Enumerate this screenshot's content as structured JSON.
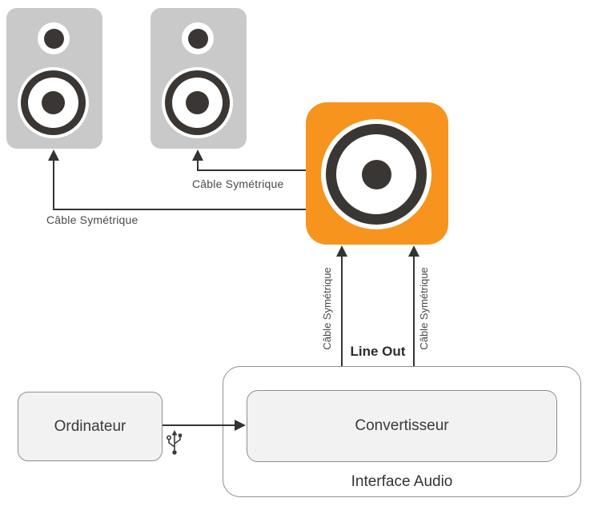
{
  "nodes": {
    "speaker_left": {
      "icon": "studio-monitor-icon"
    },
    "speaker_right": {
      "icon": "studio-monitor-icon"
    },
    "monitor_orange": {
      "icon": "studio-monitor-icon",
      "accent": "#F7941E"
    },
    "ordinateur": {
      "label": "Ordinateur"
    },
    "convertisseur": {
      "label": "Convertisseur"
    },
    "interface_audio": {
      "label": "Interface Audio"
    }
  },
  "connections": {
    "cable_speaker_left": {
      "label": "Câble Symétrique"
    },
    "cable_speaker_right": {
      "label": "Câble Symétrique"
    },
    "cable_lineout_left": {
      "label": "Câble Symétrique"
    },
    "cable_lineout_right": {
      "label": "Câble Symétrique"
    },
    "line_out": {
      "label": "Line Out"
    },
    "usb_link": {
      "icon": "usb-icon"
    }
  },
  "colors": {
    "accent_orange": "#F7941E",
    "speaker_gray": "#C9C9C9",
    "speaker_dark": "#3A3633",
    "line": "#333333",
    "node_fill": "#F2F2F2",
    "node_border": "#8F8F8F",
    "label_text": "#4A4A4A"
  }
}
